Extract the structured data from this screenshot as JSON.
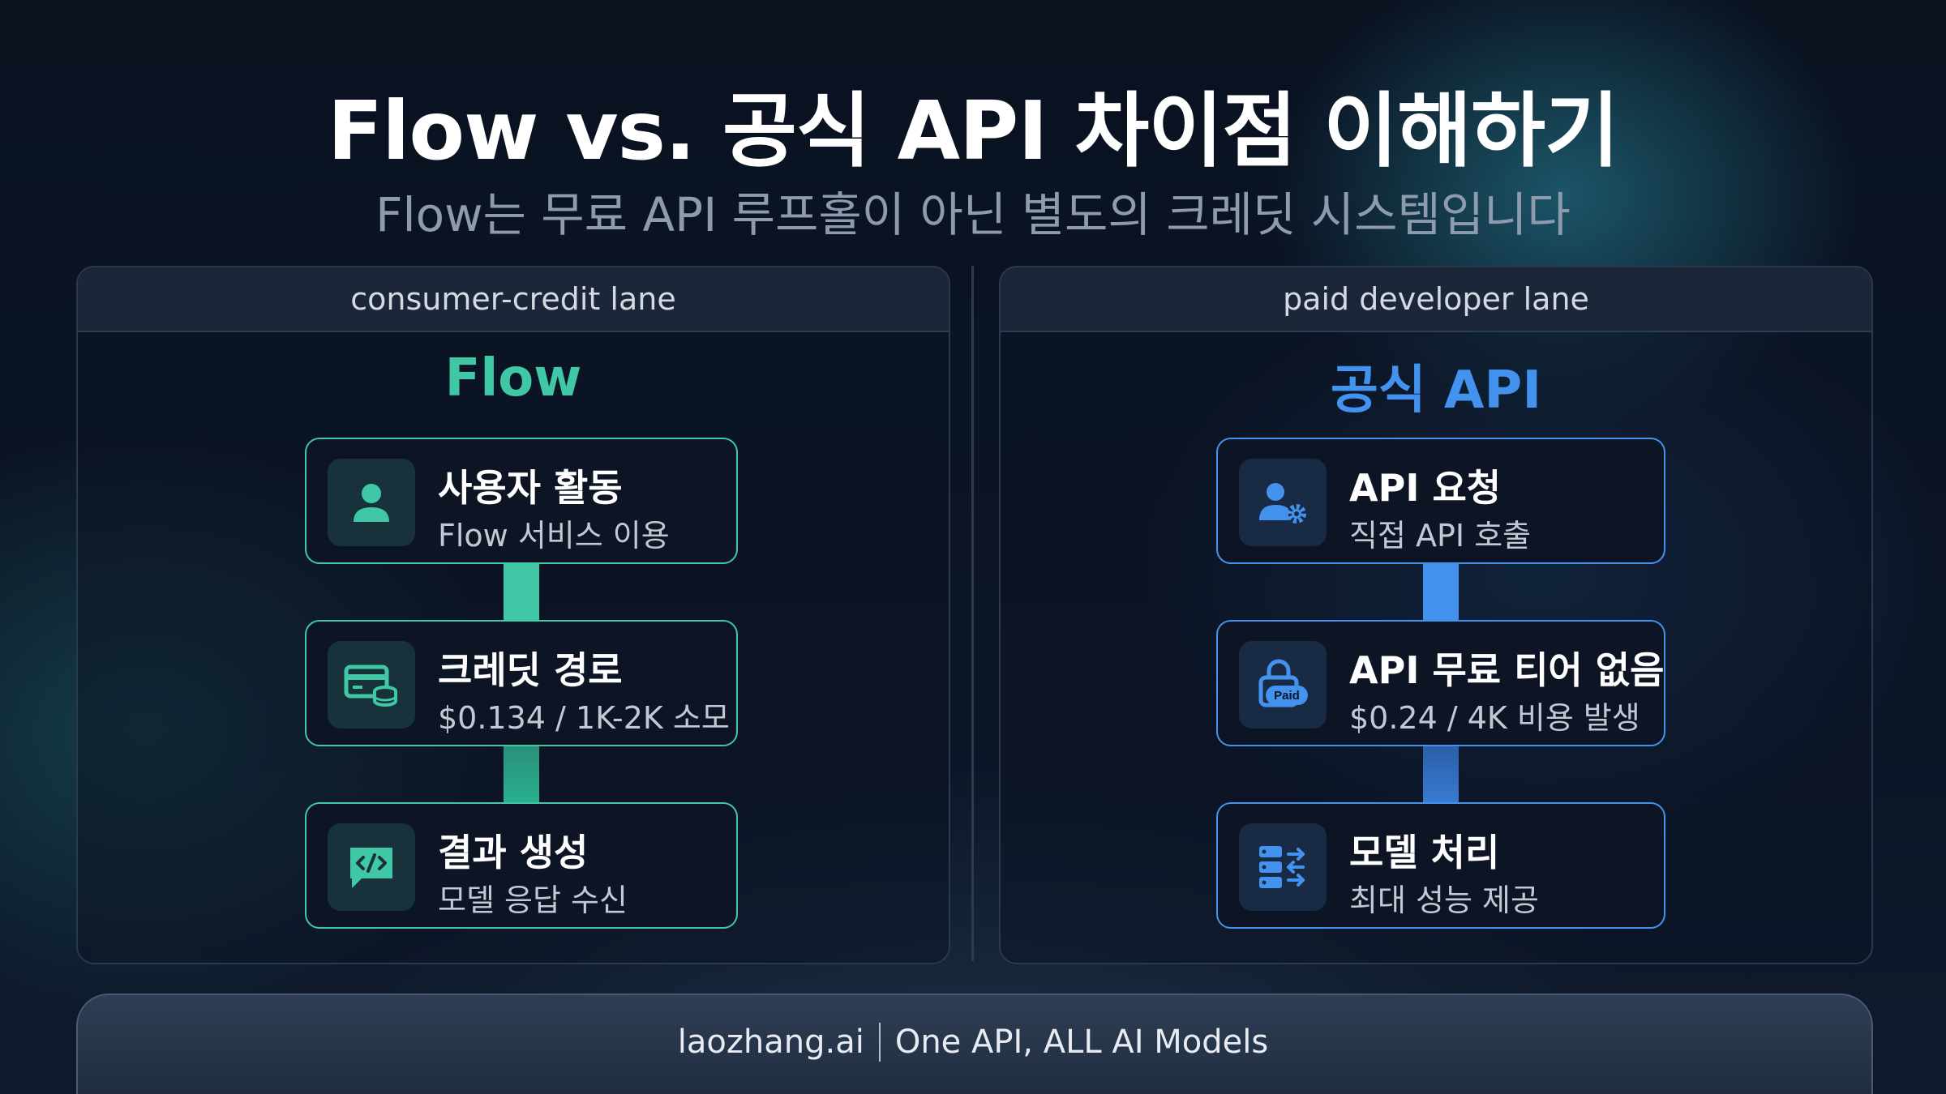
{
  "title": "Flow vs. 공식 API 차이점 이해하기",
  "subtitle": "Flow는 무료 API 루프홀이 아닌 별도의 크레딧 시스템입니다",
  "lanes": [
    {
      "header": "consumer-credit lane",
      "title": "Flow",
      "accent": "#3fc7a6",
      "cards": [
        {
          "title": "사용자 활동",
          "subtitle": "Flow 서비스 이용",
          "icon": "user-icon"
        },
        {
          "title": "크레딧 경로",
          "subtitle": "$0.134 / 1K-2K 소모",
          "icon": "credit-card-coins-icon"
        },
        {
          "title": "결과 생성",
          "subtitle": "모델 응답 수신",
          "icon": "code-chat-icon"
        }
      ]
    },
    {
      "header": "paid developer lane",
      "title": "공식 API",
      "accent": "#4393ee",
      "cards": [
        {
          "title": "API 요청",
          "subtitle": "직접 API 호출",
          "icon": "user-gear-icon"
        },
        {
          "title": "API 무료 티어 없음",
          "subtitle": "$0.24 / 4K 비용 발생",
          "icon": "paid-lock-icon",
          "icon_badge": "Paid"
        },
        {
          "title": "모델 처리",
          "subtitle": "최대 성능 제공",
          "icon": "server-process-icon"
        }
      ]
    }
  ],
  "footer": {
    "brand": "laozhang.ai",
    "tagline": "One API, ALL AI Models"
  }
}
